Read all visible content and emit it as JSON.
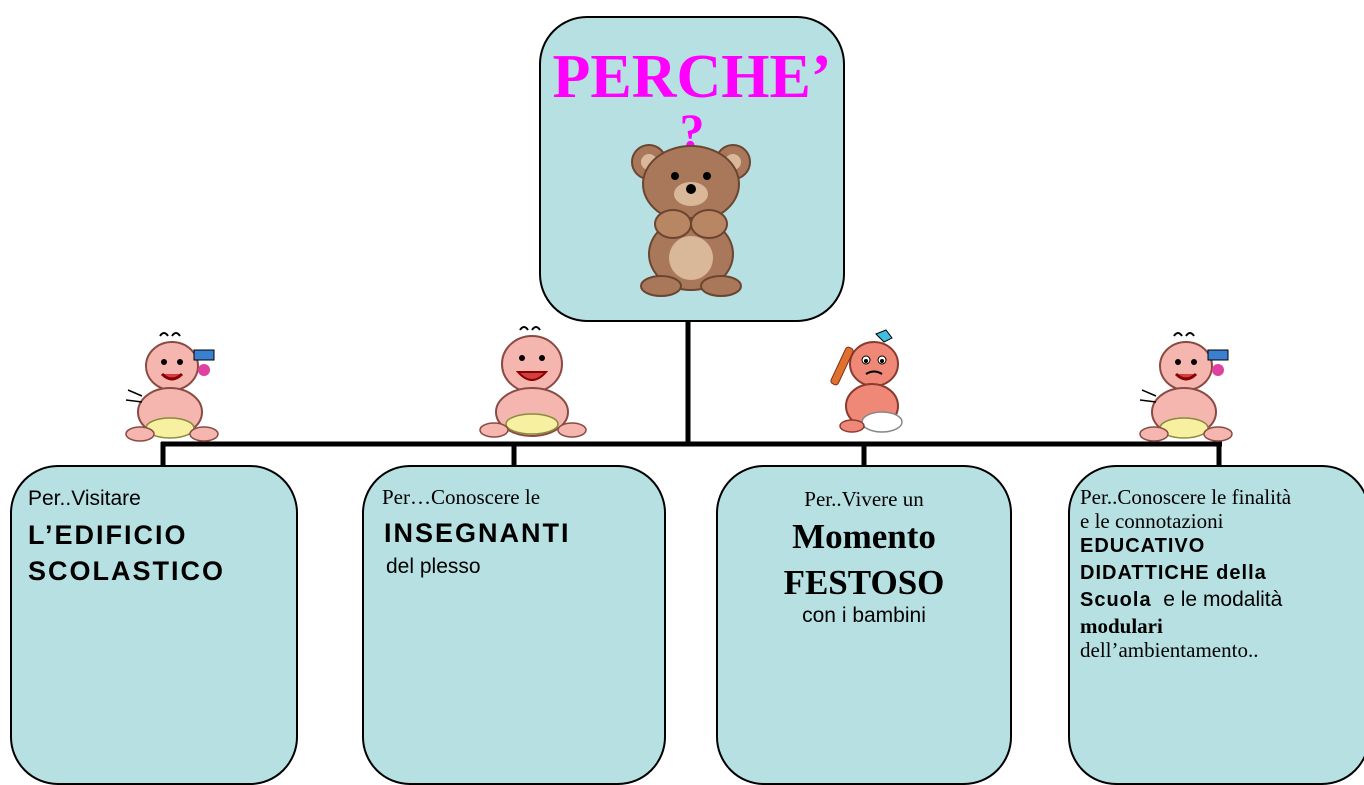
{
  "root": {
    "title": "PERCHE’",
    "question_mark": "?"
  },
  "children": [
    {
      "line1": "Per..Visitare",
      "line2": "L’EDIFICIO",
      "line3": "SCOLASTICO"
    },
    {
      "line1": "Per…Conoscere le",
      "line2": "INSEGNANTI",
      "line3": "del plesso"
    },
    {
      "line1": "Per..Vivere un",
      "line2": "Momento",
      "line3": "FESTOSO",
      "line4": "con  i bambini"
    },
    {
      "line1": "Per..Conoscere le finalità",
      "line2": "e le connotazioni",
      "line3": "EDUCATIVO",
      "line4": "DIDATTICHE della",
      "line5_bold": "Scuola",
      "line5_rest": "  e le modalità",
      "line6": "modulari",
      "line7": "dell’ambientamento.."
    }
  ],
  "colors": {
    "box_fill": "#b7e0e2",
    "title": "#ff00ff",
    "connector": "#000000"
  },
  "icons": [
    "teddy-bear-icon",
    "baby-icon",
    "baby-icon",
    "baby-icon",
    "baby-icon"
  ]
}
